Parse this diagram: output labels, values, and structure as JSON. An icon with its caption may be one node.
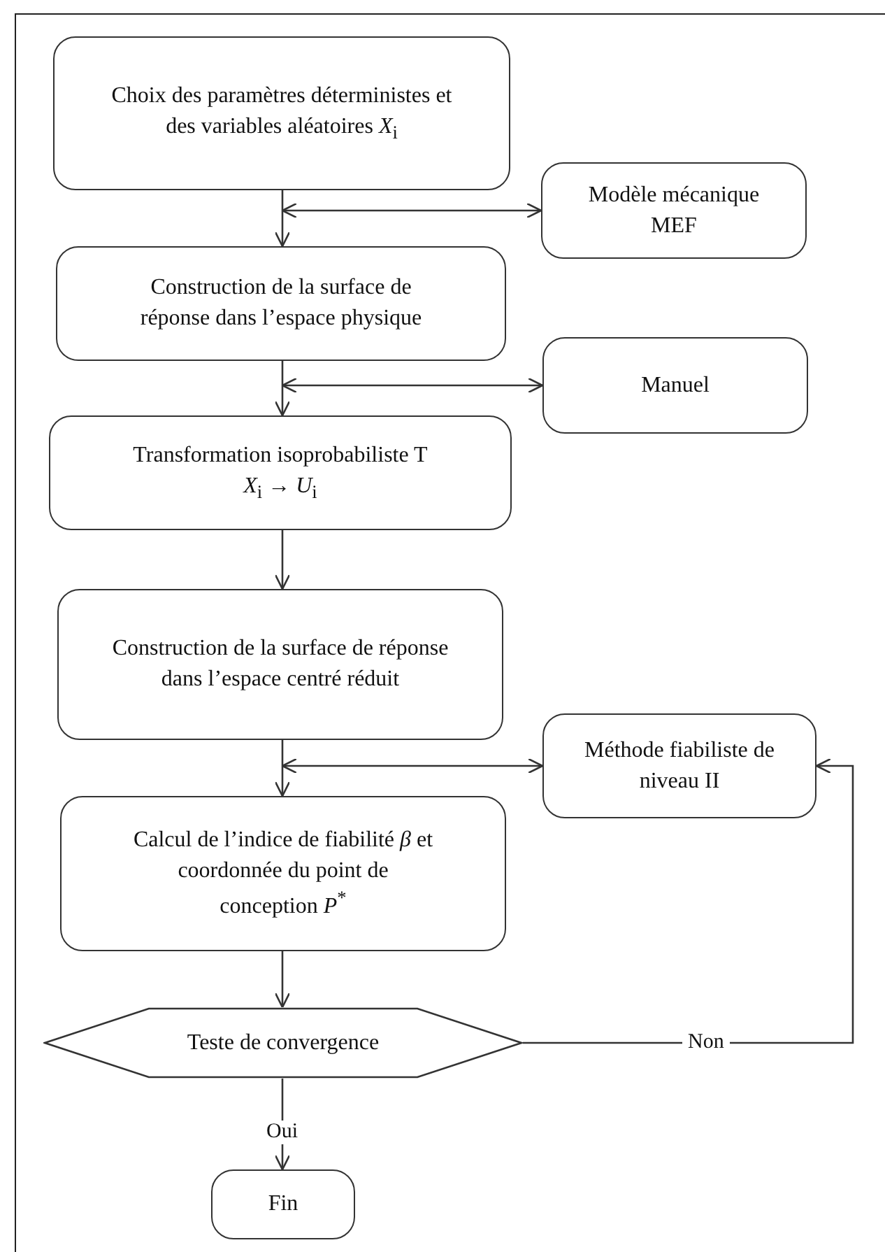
{
  "diagram": {
    "nodes": [
      {
        "text": [
          "Choix des paramètres déterministes et des variables aléatoires *X*$_{i}$"
        ]
      },
      {
        "text": [
          "Modèle mécanique MEF"
        ]
      },
      {
        "text": [
          "Construction de la surface de réponse dans l’espace physique"
        ]
      },
      {
        "text": [
          "Manuel"
        ]
      },
      {
        "text": [
          "Transformation isoprobabiliste T",
          "*X*$_{i}$ → *U*$_{i}$"
        ]
      },
      {
        "text": [
          "Construction de la surface de réponse dans l’espace centré réduit"
        ]
      },
      {
        "text": [
          "Méthode fiabiliste de niveau II"
        ]
      },
      {
        "text": [
          "Calcul de l’indice de fiabilité *β* et coordonnée du point de conception *P*$^{*}$"
        ]
      },
      {
        "text": [
          "Teste de convergence"
        ]
      },
      {
        "text": [
          "Fin"
        ]
      }
    ],
    "edges": [
      {
        "from": 0,
        "to": 2,
        "arrow": "to"
      },
      {
        "from": 0,
        "to": 1,
        "arrow": "both"
      },
      {
        "from": 2,
        "to": 4,
        "arrow": "to"
      },
      {
        "from": 2,
        "to": 3,
        "arrow": "both"
      },
      {
        "from": 4,
        "to": 5,
        "arrow": "to"
      },
      {
        "from": 5,
        "to": 7,
        "arrow": "to"
      },
      {
        "from": 5,
        "to": 6,
        "arrow": "both"
      },
      {
        "from": 7,
        "to": 8,
        "arrow": "to"
      },
      {
        "from": 8,
        "to": 9,
        "arrow": "to",
        "label": "Oui"
      },
      {
        "from": 8,
        "to": 6,
        "arrow": "to",
        "label": "Non"
      }
    ]
  }
}
